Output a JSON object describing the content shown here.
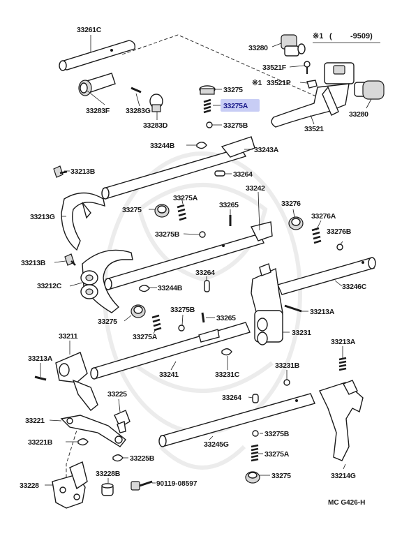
{
  "header": {
    "note_mark": "※1",
    "note_paren_open": "(",
    "note_range": "-9509)",
    "note_mark_small": "※1"
  },
  "highlight": {
    "color": "#c8cdf5",
    "label": "33275A"
  },
  "labels": {
    "p33261C": "33261C",
    "p33280_top": "33280",
    "p33521F": "33521F",
    "p33521P": "33521P",
    "p33275_top": "33275",
    "p33275B_top": "33275B",
    "p33280_right": "33280",
    "p33521": "33521",
    "p33283F": "33283F",
    "p33283G": "33283G",
    "p33283D": "33283D",
    "p33244B_top": "33244B",
    "p33243A": "33243A",
    "p33264_top": "33264",
    "p33213B_top": "33213B",
    "p33213G": "33213G",
    "p33242": "33242",
    "p33275_mid": "33275",
    "p33275A_mid": "33275A",
    "p33265_mid": "33265",
    "p33276": "33276",
    "p33276A": "33276A",
    "p33276B": "33276B",
    "p33275B_mid": "33275B",
    "p33213B_mid": "33213B",
    "p33212C": "33212C",
    "p33244B_mid": "33244B",
    "p33264_mid": "33264",
    "p33246C": "33246C",
    "p33213A_mid": "33213A",
    "p33275_low": "33275",
    "p33275B_low": "33275B",
    "p33265_low": "33265",
    "p33275A_low": "33275A",
    "p33231": "33231",
    "p33211": "33211",
    "p33213A_left": "33213A",
    "p33241": "33241",
    "p33231C": "33231C",
    "p33231B": "33231B",
    "p33213A_right": "33213A",
    "p33225": "33225",
    "p33264_low": "33264",
    "p33221": "33221",
    "p33275B_bot": "33275B",
    "p33221B": "33221B",
    "p33245G": "33245G",
    "p33225B": "33225B",
    "p33275A_bot": "33275A",
    "p33228": "33228",
    "p33228B": "33228B",
    "p90119": "90119-08597",
    "p33275_bot": "33275",
    "p33214G": "33214G",
    "footer_code": "MC  G426-H"
  }
}
